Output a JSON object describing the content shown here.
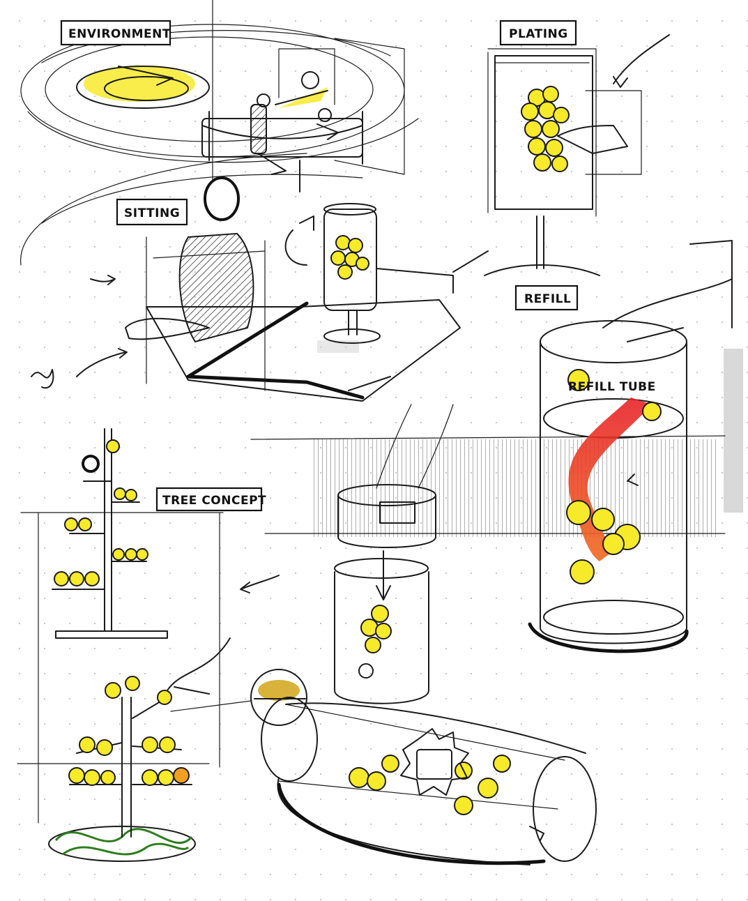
{
  "labels": {
    "environment": "ENVIRONMENT",
    "plating": "PLATING",
    "sitting": "SITTING",
    "refill": "REFILL",
    "tree_concept": "TREE CONCEPT",
    "refill_tube": "REFILL TUBE"
  },
  "colors": {
    "ink": "#1a1a1a",
    "highlight_yellow": "#f7ea2a",
    "accent_red": "#e8232a",
    "accent_orange": "#f1a020",
    "grass_green": "#2e7d1f",
    "dot_grid": "#c8c8c8"
  }
}
